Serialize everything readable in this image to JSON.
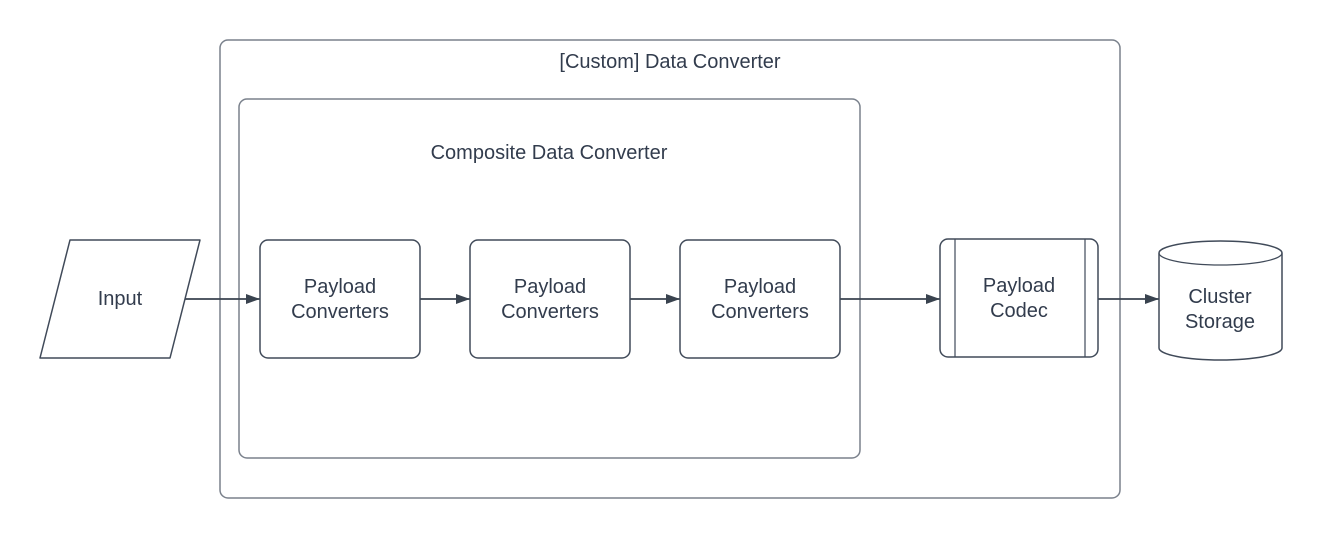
{
  "colors": {
    "background": "#ffffff",
    "container_border": "#7a818c",
    "shape_border": "#404a59",
    "arrow": "#39434f",
    "text": "#323c4d"
  },
  "diagram": {
    "outer_container": {
      "title": "[Custom] Data Converter"
    },
    "composite_container": {
      "title": "Composite Data Converter"
    },
    "nodes": {
      "input": {
        "shape": "parallelogram",
        "label": "Input"
      },
      "payload_converters_1": {
        "shape": "rounded-rectangle",
        "line1": "Payload",
        "line2": "Converters"
      },
      "payload_converters_2": {
        "shape": "rounded-rectangle",
        "line1": "Payload",
        "line2": "Converters"
      },
      "payload_converters_3": {
        "shape": "rounded-rectangle",
        "line1": "Payload",
        "line2": "Converters"
      },
      "payload_codec": {
        "shape": "predefined-process",
        "line1": "Payload",
        "line2": "Codec"
      },
      "cluster_storage": {
        "shape": "cylinder",
        "line1": "Cluster",
        "line2": "Storage"
      }
    }
  }
}
